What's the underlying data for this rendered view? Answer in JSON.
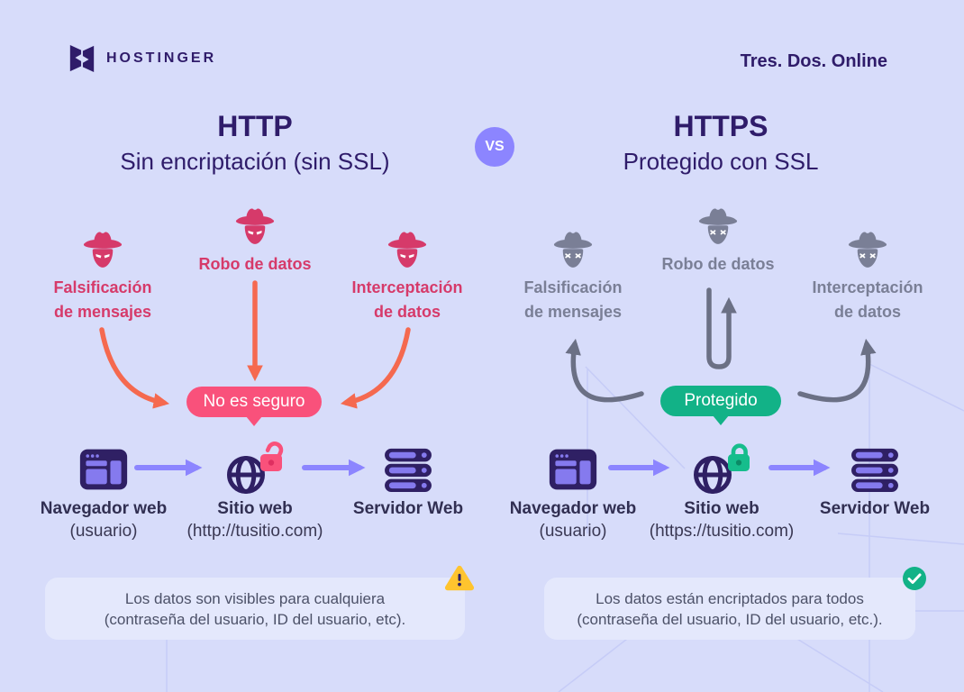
{
  "brand": {
    "logo_text": "HOSTINGER",
    "tagline": "Tres. Dos. Online"
  },
  "comparison": {
    "vs_label": "VS"
  },
  "http_panel": {
    "title": "HTTP",
    "subtitle": "Sin encriptación (sin SSL)",
    "threats": [
      {
        "line1": "Falsificación",
        "line2": "de mensajes"
      },
      {
        "line1": "Robo de datos",
        "line2": ""
      },
      {
        "line1": "Interceptación",
        "line2": "de datos"
      }
    ],
    "status_badge": "No es seguro",
    "flow": [
      {
        "name": "Navegador web",
        "detail": "(usuario)"
      },
      {
        "name": "Sitio web",
        "detail": "(http://tusitio.com)"
      },
      {
        "name": "Servidor Web",
        "detail": ""
      }
    ],
    "note_line1": "Los datos son visibles para cualquiera",
    "note_line2": "(contraseña del usuario, ID del usuario, etc)."
  },
  "https_panel": {
    "title": "HTTPS",
    "subtitle": "Protegido con SSL",
    "threats": [
      {
        "line1": "Falsificación",
        "line2": "de mensajes"
      },
      {
        "line1": "Robo de datos",
        "line2": ""
      },
      {
        "line1": "Interceptación",
        "line2": "de datos"
      }
    ],
    "status_badge": "Protegido",
    "flow": [
      {
        "name": "Navegador web",
        "detail": "(usuario)"
      },
      {
        "name": "Sitio web",
        "detail": "(https://tusitio.com)"
      },
      {
        "name": "Servidor Web",
        "detail": ""
      }
    ],
    "note_line1": "Los datos están encriptados para todos",
    "note_line2": "(contraseña del usuario, ID del usuario, etc.)."
  },
  "colors": {
    "background": "#D7DCFA",
    "brand_purple": "#2F1C6A",
    "danger_pink": "#D63A6A",
    "badge_pink": "#F9517B",
    "coral_arrow": "#F5694F",
    "safe_green": "#12B287",
    "lock_green": "#16BD8C",
    "purple_arrow": "#8C85FF",
    "icon_dark": "#2F2064",
    "icon_light": "#857AEE",
    "threat_gray": "#7A7F96",
    "warning_yellow": "#FFC42E",
    "note_bg": "#E4E8FC"
  }
}
